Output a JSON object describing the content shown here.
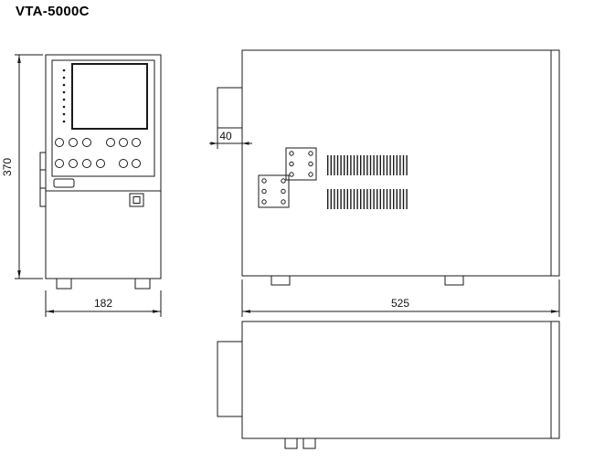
{
  "title": "VTA-5000C",
  "dimensions": {
    "front_height": "370",
    "front_width": "182",
    "side_protrusion_depth": "40",
    "side_width": "525"
  },
  "colors": {
    "line": "#1a1a1a",
    "background": "#ffffff"
  }
}
